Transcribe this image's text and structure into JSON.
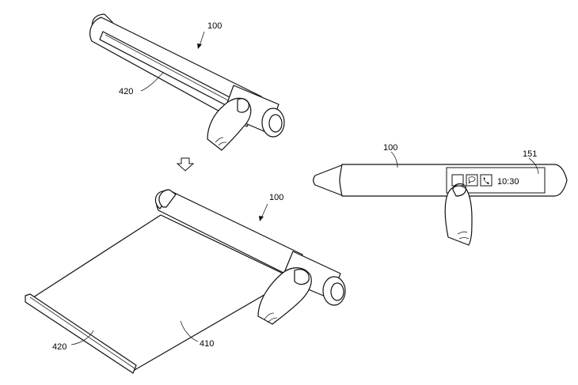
{
  "labels": {
    "pen_top": "100",
    "strip_top": "420",
    "pen_bottom": "100",
    "strip_bottom": "420",
    "sheet_bottom": "410",
    "pen_right": "100",
    "display_right": "151"
  },
  "display": {
    "time": "10:30",
    "icons": [
      "square-icon",
      "chat-bubble-icon",
      "phone-icon"
    ]
  },
  "arrow": {
    "icon": "down-arrow-icon"
  }
}
